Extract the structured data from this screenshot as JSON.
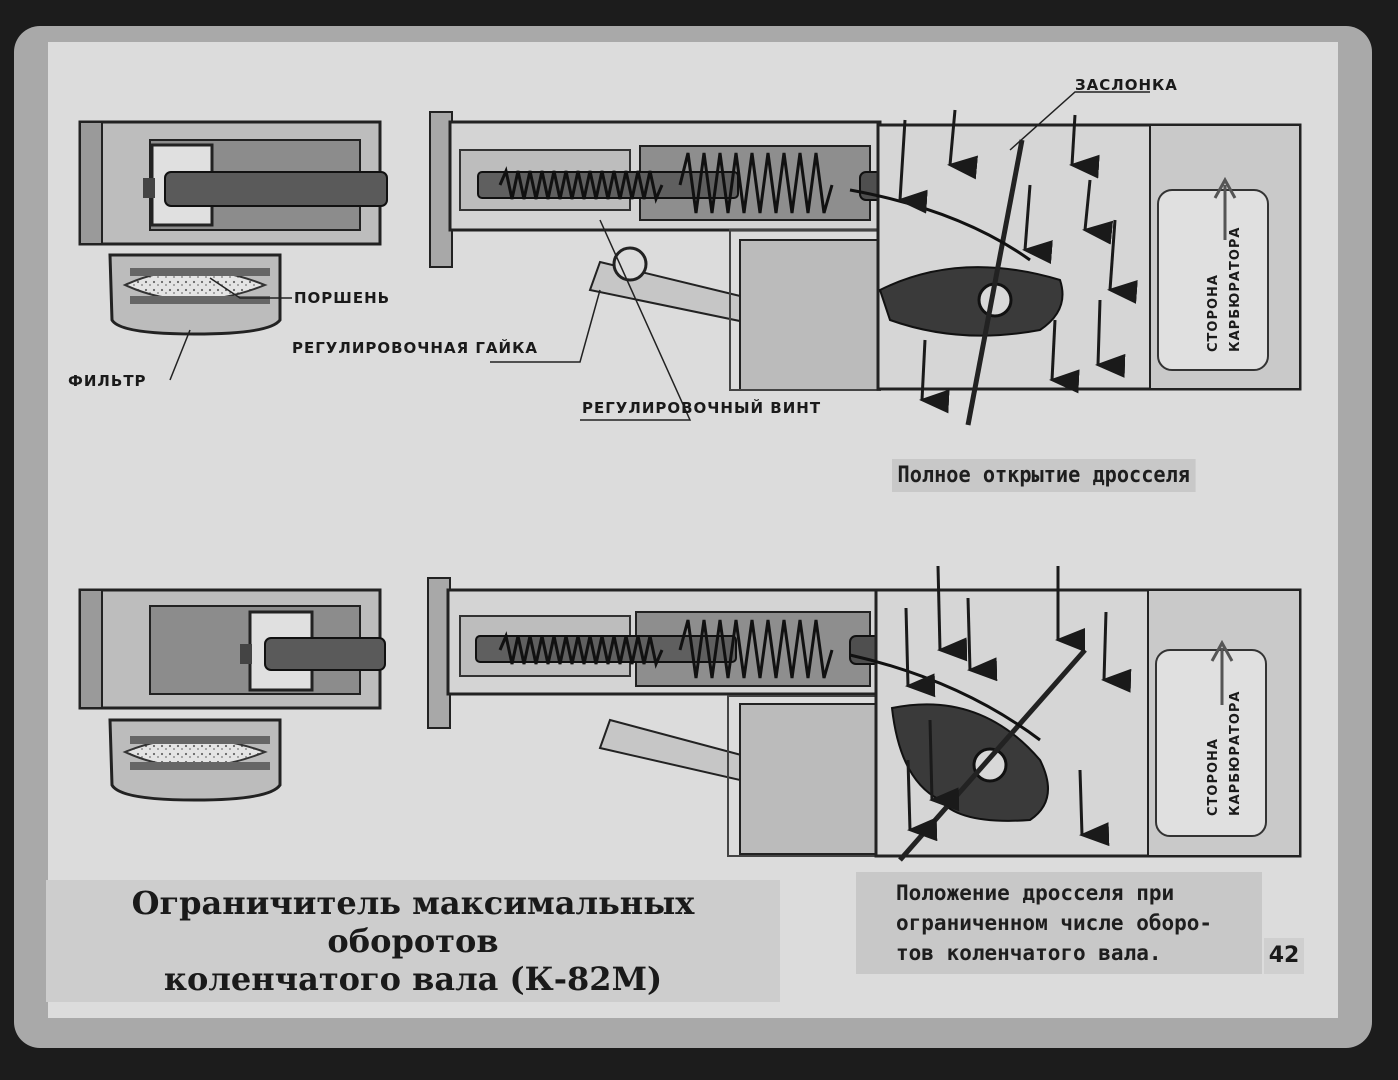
{
  "labels": {
    "zaslonka": "ЗАСЛОНКА",
    "porshen": "ПОРШЕНЬ",
    "reg_gaika": "РЕГУЛИРОВОЧНАЯ ГАЙКА",
    "filtr": "ФИЛЬТР",
    "reg_vint": "РЕГУЛИРОВОЧНЫЙ ВИНТ",
    "storona_top_1": "СТОРОНА",
    "storona_top_2": "КАРБЮРАТОРА",
    "storona_bottom_1": "СТОРОНА",
    "storona_bottom_2": "КАРБЮРАТОРА"
  },
  "captions": {
    "full_open": "Полное открытие дросселя",
    "limited_line1": "Положение дросселя при",
    "limited_line2": "ограниченном числе оборо-",
    "limited_line3": "тов коленчатого вала."
  },
  "title": {
    "line1": "Ограничитель максимальных оборотов",
    "line2": "коленчатого вала (К-82М)"
  },
  "page_number": "42",
  "colors": {
    "background": "#1c1c1c",
    "frame": "#a9a9a9",
    "slide": "#dcdcdc",
    "ink": "#1a1a1a"
  }
}
